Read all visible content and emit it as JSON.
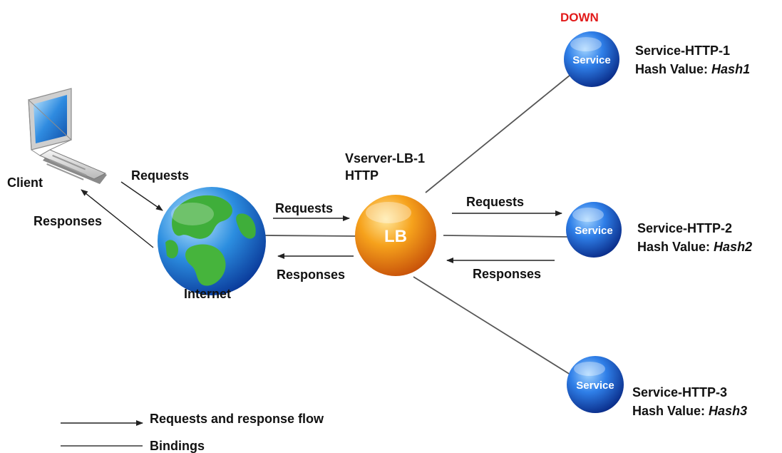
{
  "client": {
    "label": "Client"
  },
  "internet": {
    "label": "Internet"
  },
  "lb": {
    "name": "Vserver-LB-1",
    "protocol": "HTTP",
    "badge": "LB"
  },
  "flows": {
    "client_requests": "Requests",
    "client_responses": "Responses",
    "lb_requests": "Requests",
    "lb_responses": "Responses",
    "svc_requests": "Requests",
    "svc_responses": "Responses"
  },
  "services": [
    {
      "name": "Service-HTTP-1",
      "hash_prefix": "Hash Value: ",
      "hash": "Hash1",
      "badge": "Service",
      "status": "DOWN"
    },
    {
      "name": "Service-HTTP-2",
      "hash_prefix": "Hash Value: ",
      "hash": "Hash2",
      "badge": "Service"
    },
    {
      "name": "Service-HTTP-3",
      "hash_prefix": "Hash Value: ",
      "hash": "Hash3",
      "badge": "Service"
    }
  ],
  "legend": {
    "flow_label": "Requests and response flow",
    "bindings_label": "Bindings"
  },
  "colors": {
    "service_blue": "#1f5fd6",
    "lb_orange": "#f08a10",
    "down_red": "#e21a1a"
  }
}
